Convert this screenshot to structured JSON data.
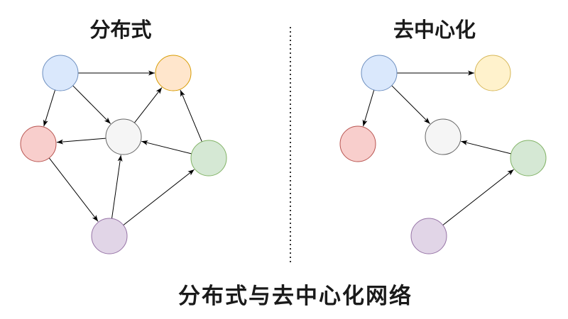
{
  "diagram": {
    "caption": "分布式与去中心化网络",
    "colors": {
      "blue": {
        "fill": "#dae8fc",
        "stroke": "#6c8ebf"
      },
      "orange": {
        "fill": "#ffe6cc",
        "stroke": "#d79b00"
      },
      "yellow": {
        "fill": "#fff2cc",
        "stroke": "#d6b656"
      },
      "red": {
        "fill": "#f8cecc",
        "stroke": "#b85450"
      },
      "gray": {
        "fill": "#f5f5f5",
        "stroke": "#666666"
      },
      "green": {
        "fill": "#d5e8d4",
        "stroke": "#82b366"
      },
      "purple": {
        "fill": "#e1d5e7",
        "stroke": "#9673a6"
      },
      "edge": "#000000",
      "divider": "#333333"
    },
    "panels": [
      {
        "id": "distributed",
        "title": "分布式",
        "nodes": [
          {
            "id": "A",
            "color": "blue"
          },
          {
            "id": "B",
            "color": "orange"
          },
          {
            "id": "C",
            "color": "red"
          },
          {
            "id": "D",
            "color": "gray"
          },
          {
            "id": "E",
            "color": "green"
          },
          {
            "id": "F",
            "color": "purple"
          }
        ],
        "edges": [
          [
            "A",
            "B"
          ],
          [
            "A",
            "C"
          ],
          [
            "A",
            "D"
          ],
          [
            "D",
            "B"
          ],
          [
            "D",
            "C"
          ],
          [
            "E",
            "D"
          ],
          [
            "E",
            "B"
          ],
          [
            "C",
            "F"
          ],
          [
            "F",
            "D"
          ],
          [
            "F",
            "E"
          ]
        ]
      },
      {
        "id": "decentralized",
        "title": "去中心化",
        "nodes": [
          {
            "id": "A",
            "color": "blue"
          },
          {
            "id": "B",
            "color": "yellow"
          },
          {
            "id": "C",
            "color": "red"
          },
          {
            "id": "D",
            "color": "gray"
          },
          {
            "id": "E",
            "color": "green"
          },
          {
            "id": "F",
            "color": "purple"
          }
        ],
        "edges": [
          [
            "A",
            "B"
          ],
          [
            "A",
            "C"
          ],
          [
            "A",
            "D"
          ],
          [
            "E",
            "D"
          ],
          [
            "F",
            "E"
          ]
        ]
      }
    ]
  }
}
